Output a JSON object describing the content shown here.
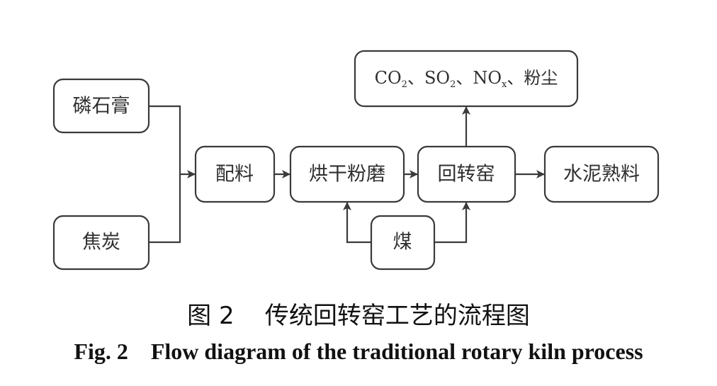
{
  "nodes": {
    "phosphogypsum": "磷石膏",
    "coke": "焦炭",
    "batching": "配料",
    "drying_grinding": "烘干粉磨",
    "rotary_kiln": "回转窑",
    "cement_clinker": "水泥熟料",
    "coal": "煤",
    "emissions": {
      "co2": "CO",
      "co2_sub": "2",
      "so2": "SO",
      "so2_sub": "2",
      "nox": "NO",
      "nox_sub": "x",
      "dust": "粉尘",
      "sep": "、"
    }
  },
  "caption": {
    "zh": "图 2    传统回转窑工艺的流程图",
    "en": "Fig. 2    Flow diagram of the traditional rotary kiln process"
  }
}
